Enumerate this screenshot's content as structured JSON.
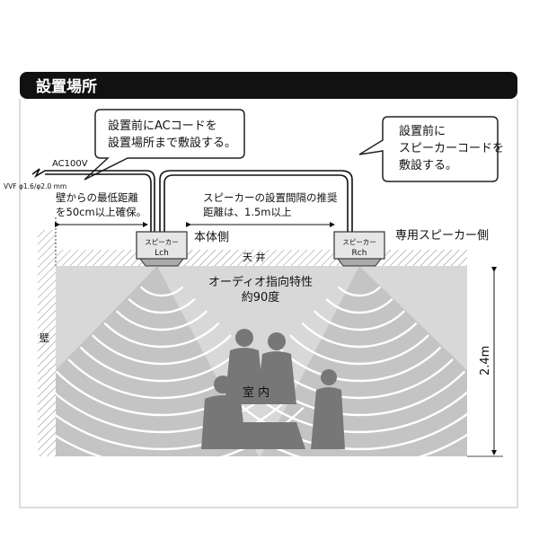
{
  "header": {
    "title": "設置場所"
  },
  "callouts": {
    "left": {
      "line1": "設置前にACコードを",
      "line2": "設置場所まで敷設する。"
    },
    "right": {
      "line1": "設置前に",
      "line2": "スピーカーコードを",
      "line3": "敷設する。"
    }
  },
  "cable": {
    "ac_label": "AC100V",
    "vvf_label": "VVF φ1.6/φ2.0 mm"
  },
  "notes": {
    "wall_distance": {
      "line1": "壁からの最低距離",
      "line2": "を50cm以上確保。"
    },
    "speaker_spacing": {
      "line1": "スピーカーの設置間隔の推奨",
      "line2": "距離は、1.5m以上"
    }
  },
  "speakers": {
    "left": {
      "line1": "スピーカー",
      "line2": "Lch",
      "side_label": "本体側"
    },
    "right": {
      "line1": "スピーカー",
      "line2": "Rch",
      "side_label": "専用スピーカー側"
    }
  },
  "room": {
    "ceiling": "天 井",
    "wall": "壁",
    "interior": "室 内",
    "height": "2.4m",
    "directivity": {
      "line1": "オーディオ指向特性",
      "line2": "約90度"
    }
  },
  "colors": {
    "header_bg": "#111111",
    "room_bg": "#d8d8d8",
    "beam": "#ffffff"
  }
}
